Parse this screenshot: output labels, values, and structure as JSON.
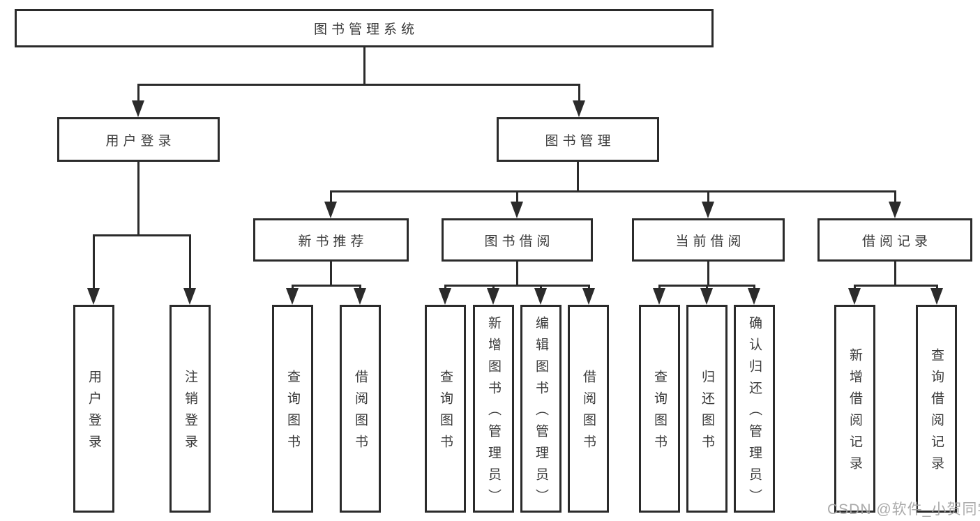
{
  "diagram_title": "图书管理系统",
  "nodes": {
    "root": "图书管理系统",
    "user_login": "用户登录",
    "book_mgmt": "图书管理",
    "new_book": "新书推荐",
    "book_borrow": "图书借阅",
    "current_borrow": "当前借阅",
    "borrow_record": "借阅记录",
    "leaves": {
      "user_login": [
        "用户登录",
        "注销登录"
      ],
      "new_book": [
        "查询图书",
        "借阅图书"
      ],
      "book_borrow": [
        "查询图书",
        "新增图书（管理员）",
        "编辑图书（管理员）",
        "借阅图书"
      ],
      "current_borrow": [
        "查询图书",
        "归还图书",
        "确认归还（管理员）"
      ],
      "borrow_record": [
        "新增借阅记录",
        "查询借阅记录"
      ]
    }
  },
  "watermark": "CSDN @软件_小贺同学",
  "colors": {
    "line": "#2b2b2b",
    "text": "#3a3a3a",
    "watermark": "#a3a3a3",
    "background": "#ffffff"
  }
}
